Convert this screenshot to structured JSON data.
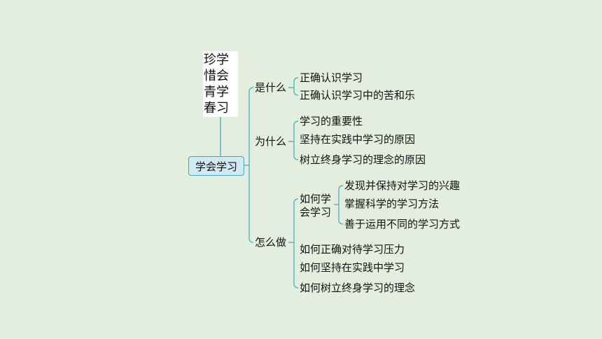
{
  "title_rows": [
    "珍学",
    "惜会",
    "青学",
    "春习"
  ],
  "root": "学会学习",
  "branches": {
    "what": {
      "label": "是什么",
      "items": [
        "正确认识学习",
        "正确认识学习中的苦和乐"
      ]
    },
    "why": {
      "label": "为什么",
      "items": [
        "学习的重要性",
        "坚持在实践中学习的原因",
        "树立终身学习的理念的原因"
      ]
    },
    "how": {
      "label": "怎么做",
      "sub": {
        "label_line1": "如何学",
        "label_line2": "会学习",
        "items": [
          "发现并保持对学习的兴趣",
          "掌握科学的学习方法",
          "善于运用不同的学习方式"
        ]
      },
      "items": [
        "如何正确对待学习压力",
        "如何坚持在实践中学习",
        "如何树立终身学习的理念"
      ]
    }
  },
  "colors": {
    "background": "#e3eedf",
    "line": "#3fa8b8",
    "root_fill": "#cfeaf0"
  }
}
